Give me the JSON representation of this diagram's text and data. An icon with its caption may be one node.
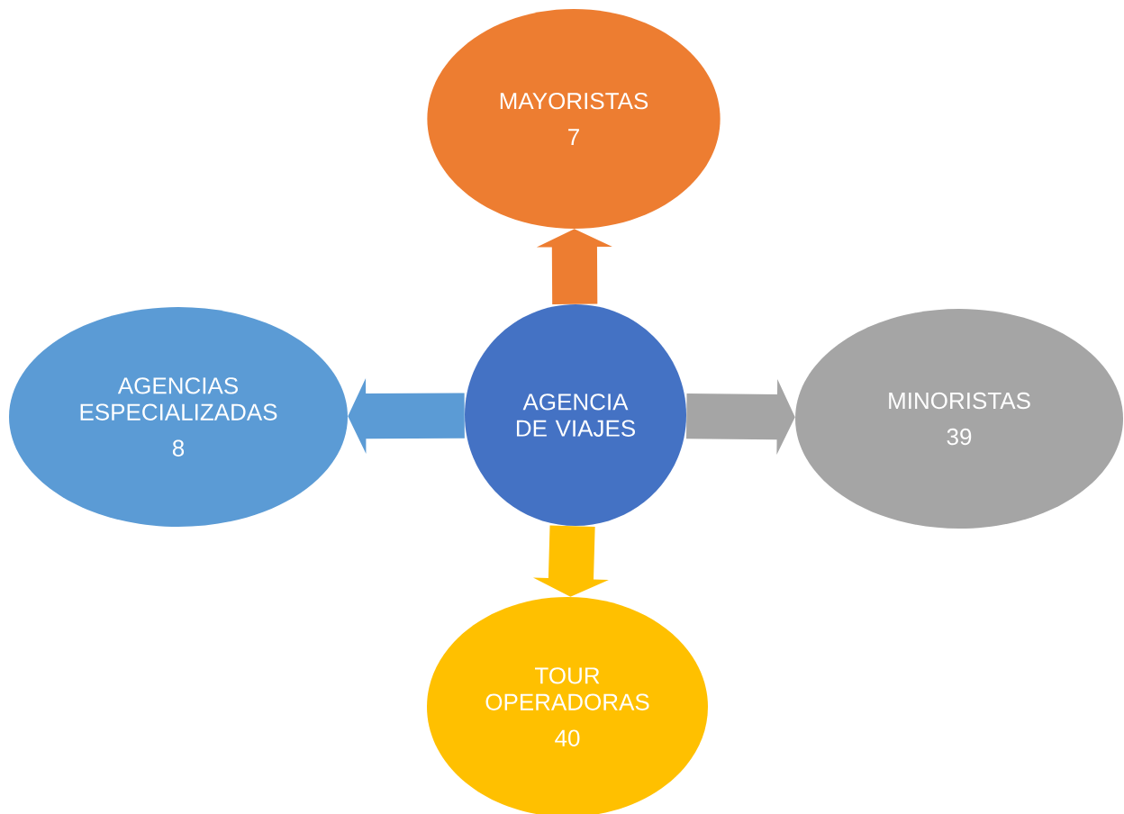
{
  "diagram": {
    "nodes": [
      {
        "text": [
          "MAYORISTAS",
          "7"
        ]
      },
      {
        "text": [
          "AGENCIAS ESPECIALIZADAS",
          "8"
        ]
      },
      {
        "text": [
          "AGENCIA DE VIAJES"
        ]
      },
      {
        "text": [
          "MINORISTAS",
          "39"
        ]
      },
      {
        "text": [
          "TOUR OPERADORAS",
          "40"
        ]
      }
    ],
    "edges": [
      {
        "from": 2,
        "to": 0,
        "arrow": "to",
        "color": "#ed7d31"
      },
      {
        "from": 2,
        "to": 1,
        "arrow": "to",
        "color": "#5b9bd5"
      },
      {
        "from": 2,
        "to": 3,
        "arrow": "to",
        "color": "#a5a5a5"
      },
      {
        "from": 2,
        "to": 4,
        "arrow": "to",
        "color": "#ffc000"
      }
    ]
  }
}
